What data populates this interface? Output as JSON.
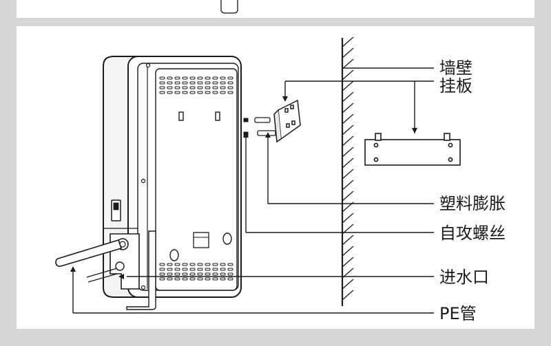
{
  "labels": {
    "wall": "墙壁",
    "mounting_plate": "挂板",
    "expansion_plug": "塑料膨胀",
    "tapping_screw": "自攻螺丝",
    "water_inlet": "进水口",
    "pe_pipe": "PE管"
  },
  "colors": {
    "background": "#d6d6d6",
    "panel": "#ffffff",
    "line": "#1a1a1a"
  }
}
